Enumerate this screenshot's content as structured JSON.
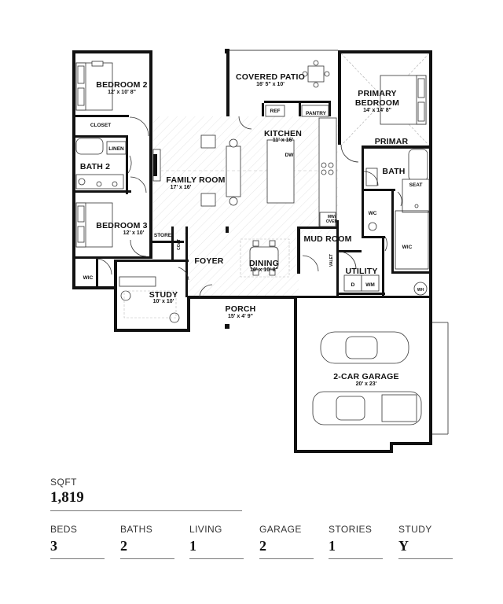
{
  "rooms": {
    "covered_patio": {
      "name": "COVERED PATIO",
      "dim": "16' 5\" x 10'"
    },
    "primary_bedroom": {
      "name_line1": "PRIMARY",
      "name_line2": "BEDROOM",
      "dim": "14' x 14' 8\""
    },
    "bedroom2": {
      "name": "BEDROOM 2",
      "dim": "12' x 10' 8\""
    },
    "closet": "CLOSET",
    "ref": "REF",
    "pantry": "PANTRY",
    "kitchen": {
      "name": "KITCHEN",
      "dim": "11' x 16'"
    },
    "dw": "DW",
    "linen": "LINEN",
    "bath2": "BATH 2",
    "primary_bath": {
      "name_line1": "PRIMAR",
      "name_line2": "BATH"
    },
    "fp": "FP",
    "family_room": {
      "name": "FAMILY ROOM",
      "dim": "17' x 16'"
    },
    "seat": "SEAT",
    "wc": "WC",
    "mw_oven": {
      "line1": "MW/",
      "line2": "OVEN"
    },
    "bedroom3": {
      "name": "BEDROOM 3",
      "dim": "12' x 10'"
    },
    "store": "STORE",
    "coat": "COAT",
    "mud_room": "MUD ROOM",
    "wic": "WIC",
    "foyer": "FOYER",
    "dining": {
      "name": "DINING",
      "dim": "10' x 10' 8\""
    },
    "valet": "VALET",
    "utility": "UTILITY",
    "d": "D",
    "wm": "WM",
    "study": {
      "name": "STUDY",
      "dim": "10' x 10'"
    },
    "wh": "WH",
    "porch": {
      "name": "PORCH",
      "dim": "15' x 4' 9\""
    },
    "garage": {
      "name": "2-CAR GARAGE",
      "dim": "20' x 23'"
    }
  },
  "stats": {
    "sqft_label": "SQFT",
    "sqft_value": "1,819",
    "items": [
      {
        "label": "BEDS",
        "value": "3"
      },
      {
        "label": "BATHS",
        "value": "2"
      },
      {
        "label": "LIVING",
        "value": "1"
      },
      {
        "label": "GARAGE",
        "value": "2"
      },
      {
        "label": "STORIES",
        "value": "1"
      },
      {
        "label": "STUDY",
        "value": "Y"
      }
    ]
  }
}
